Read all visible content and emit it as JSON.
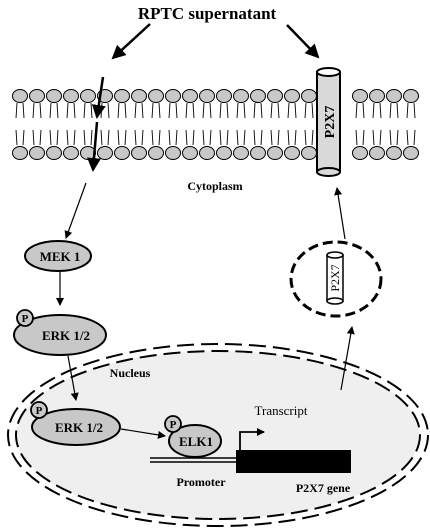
{
  "title": "RPTC supernatant",
  "membrane": {
    "channel_label": "P2X7",
    "cytoplasm_label": "Cytoplasm"
  },
  "pathway": {
    "mek": "MEK 1",
    "erk_cytoplasm": "ERK 1/2",
    "erk_nucleus": "ERK 1/2",
    "elk": "ELK1",
    "phospho_label": "P"
  },
  "nucleus": {
    "label": "Nucleus",
    "promoter_label": "Promoter",
    "gene_label": "P2X7 gene",
    "transcript_label": "Transcript"
  },
  "vesicle": {
    "channel_label": "P2X7"
  },
  "colors": {
    "protein_fill": "#c8c8c8",
    "lipid_head": "#c8c8c8",
    "nucleus_fill": "#efefef",
    "gene_fill": "#000000"
  }
}
